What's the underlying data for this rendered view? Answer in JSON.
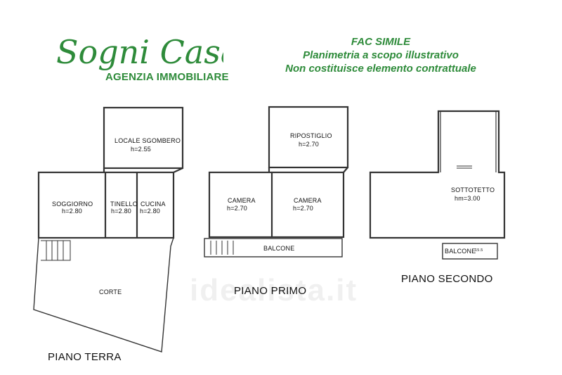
{
  "logo": {
    "script_text": "Sogni Casa",
    "subtitle": "AGENZIA IMMOBILIARE",
    "brand_color": "#2e8b3a"
  },
  "note": {
    "line1": "FAC SIMILE",
    "line2": "Planimetria a scopo illustrativo",
    "line3": "Non costituisce elemento contrattuale"
  },
  "watermark": "idealista.it",
  "plans": {
    "ground": {
      "title": "PIANO TERRA",
      "rooms": {
        "locale_name": "LOCALE SGOMBERO",
        "locale_h": "h=2.55",
        "soggiorno_name": "SOGGIORNO",
        "soggiorno_h": "h=2.80",
        "tinello_name": "TINELLO",
        "tinello_h": "h=2.80",
        "cucina_name": "CUCINA",
        "cucina_h": "h=2.80",
        "corte": "CORTE"
      }
    },
    "first": {
      "title": "PIANO PRIMO",
      "rooms": {
        "ripostiglio_name": "RIPOSTIGLIO",
        "ripostiglio_h": "h=2.70",
        "camera1_name": "CAMERA",
        "camera1_h": "h=2.70",
        "camera2_name": "CAMERA",
        "camera2_h": "h=2.70",
        "balcone": "BALCONE"
      }
    },
    "second": {
      "title": "PIANO SECONDO",
      "rooms": {
        "sottotetto_name": "SOTTOTETTO",
        "sottotetto_h": "hm=3.00",
        "balcone": "BALCONE",
        "balcone_dim": "15.5"
      }
    }
  }
}
